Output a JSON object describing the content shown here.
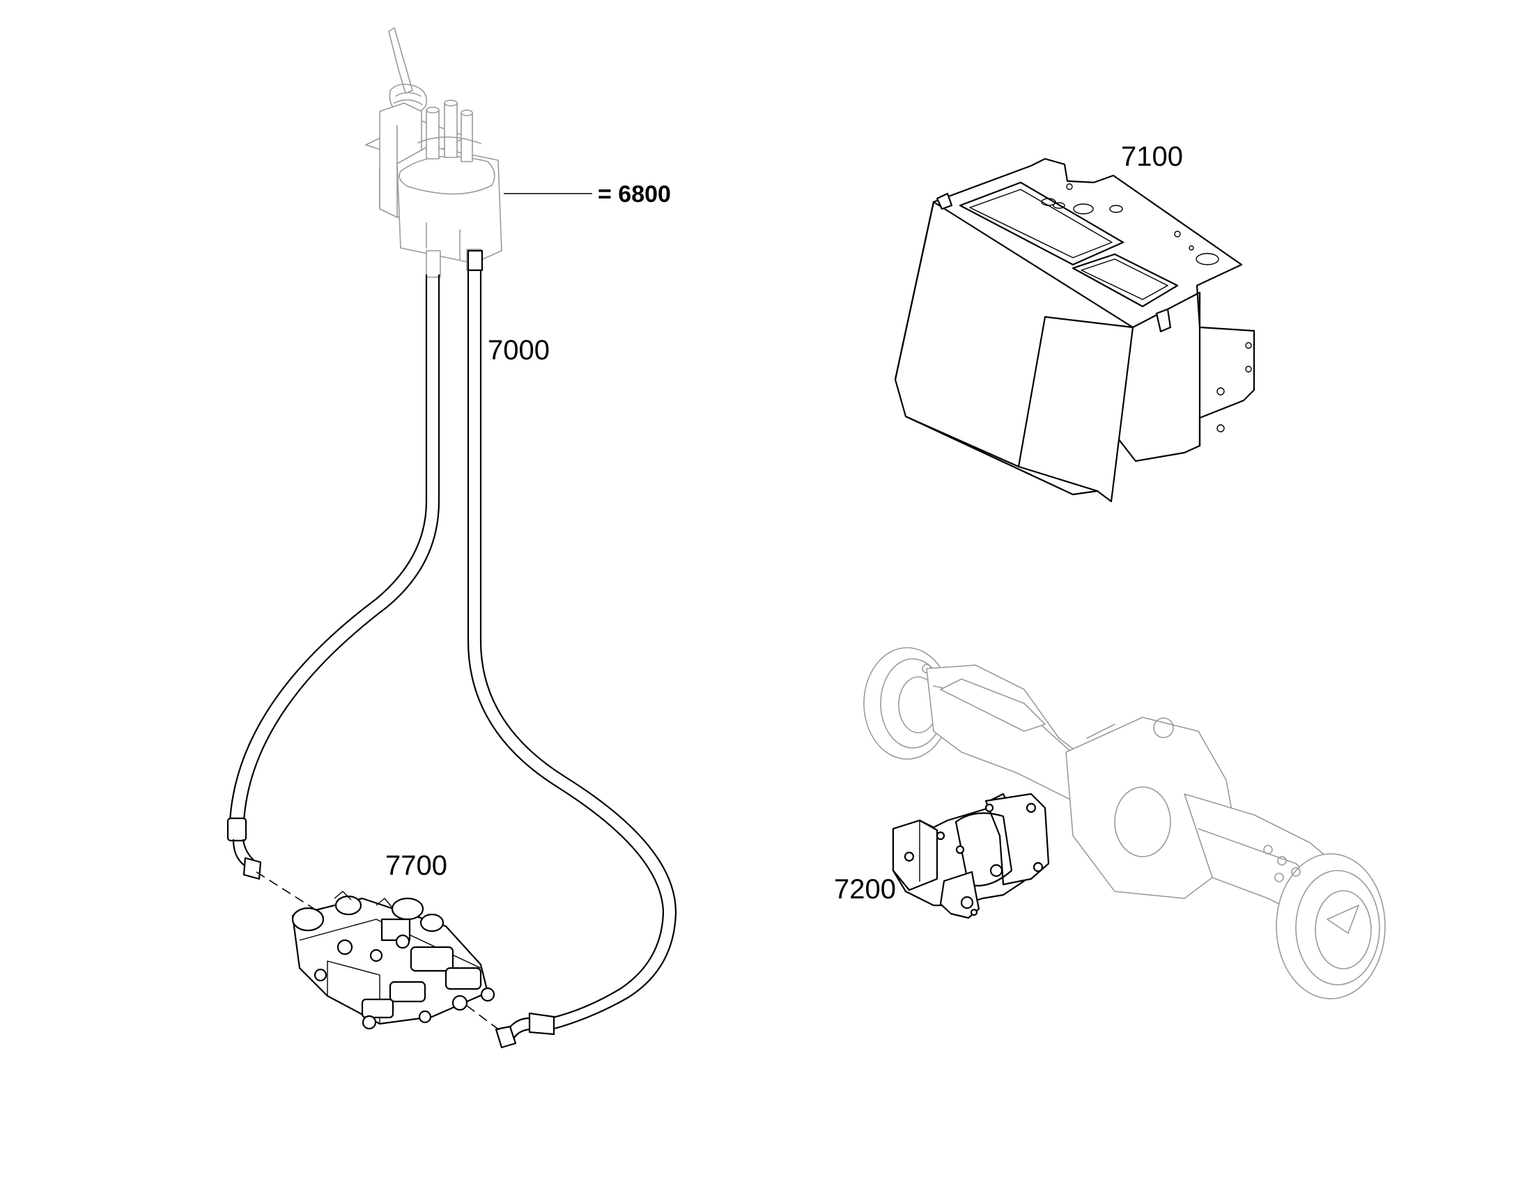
{
  "callouts": [
    {
      "id": "joystick",
      "text": "= 6800"
    },
    {
      "id": "hoses",
      "text": "7000"
    },
    {
      "id": "cab",
      "text": "7100"
    },
    {
      "id": "valve",
      "text": "7700"
    },
    {
      "id": "axle",
      "text": "7200"
    }
  ]
}
